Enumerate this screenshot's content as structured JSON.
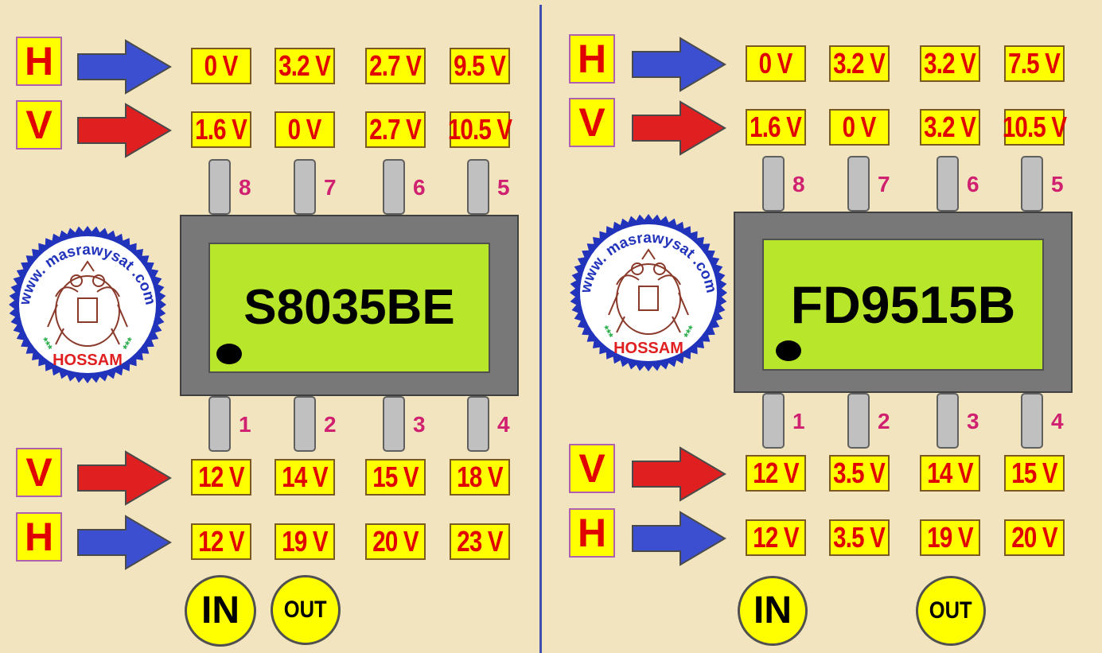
{
  "panels": [
    {
      "chip_name": "S8035BE",
      "top_labels": [
        "H",
        "V"
      ],
      "top_h": [
        "0 V",
        "3.2 V",
        "2.7 V",
        "9.5 V"
      ],
      "top_v": [
        "1.6 V",
        "0 V",
        "2.7 V",
        "10.5 V"
      ],
      "top_pins": [
        "8",
        "7",
        "6",
        "5"
      ],
      "bottom_pins": [
        "1",
        "2",
        "3",
        "4"
      ],
      "bottom_labels": [
        "V",
        "H"
      ],
      "bottom_v": [
        "12 V",
        "14 V",
        "15 V",
        "18 V"
      ],
      "bottom_h": [
        "12 V",
        "19 V",
        "20 V",
        "23 V"
      ],
      "in_label": "IN",
      "out_label": "OUT",
      "seal": {
        "url": "www. masrawysat .com",
        "name": "HOSSAM",
        "stars_left": "***",
        "stars_right": "***"
      }
    },
    {
      "chip_name": "FD9515B",
      "top_labels": [
        "H",
        "V"
      ],
      "top_h": [
        "0 V",
        "3.2 V",
        "3.2 V",
        "7.5 V"
      ],
      "top_v": [
        "1.6 V",
        "0 V",
        "3.2 V",
        "10.5 V"
      ],
      "top_pins": [
        "8",
        "7",
        "6",
        "5"
      ],
      "bottom_pins": [
        "1",
        "2",
        "3",
        "4"
      ],
      "bottom_labels": [
        "V",
        "H"
      ],
      "bottom_v": [
        "12 V",
        "3.5 V",
        "14 V",
        "15 V"
      ],
      "bottom_h": [
        "12 V",
        "3.5 V",
        "19 V",
        "20 V"
      ],
      "in_label": "IN",
      "out_label": "OUT",
      "seal": {
        "url": "www. masrawysat .com",
        "name": "HOSSAM",
        "stars_left": "***",
        "stars_right": "***"
      }
    }
  ],
  "colors": {
    "background": "#f3e4c0",
    "h_arrow": "#3b4fd0",
    "v_arrow": "#e02020",
    "value_box": "#ffff00",
    "value_text": "#e00000",
    "chip_screen": "#b8e62a",
    "chip_body": "#787878",
    "pin_number": "#d02070",
    "divider": "#3f4fb0"
  }
}
